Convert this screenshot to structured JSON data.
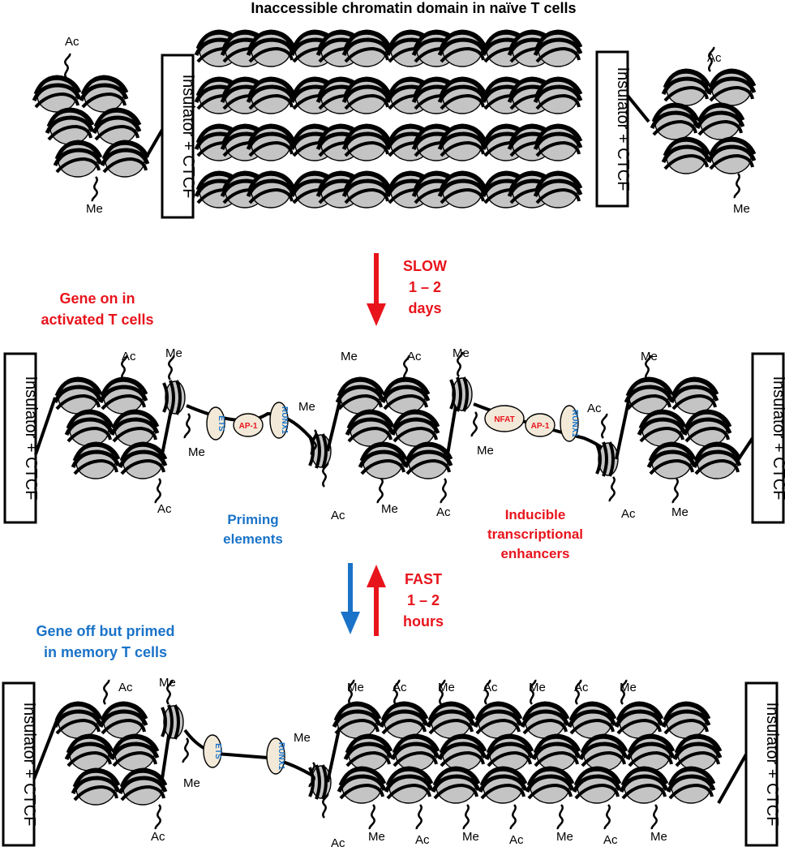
{
  "title": "Inaccessible chromatin domain  in naïve T cells",
  "insulator_label": "Insulator + CTCF",
  "marks": {
    "ac": "Ac",
    "me": "Me"
  },
  "transition_slow": {
    "line1": "SLOW",
    "line2": "1 – 2",
    "line3": "days",
    "arrow_color": "#e8141c"
  },
  "transition_fast": {
    "line1": "FAST",
    "line2": "1 – 2",
    "line3": "hours",
    "down_arrow_color": "#1a73c8",
    "up_arrow_color": "#e8141c"
  },
  "state_activated": {
    "line1": "Gene on in",
    "line2": "activated T cells",
    "color": "#e8141c"
  },
  "state_memory": {
    "line1": "Gene off but primed",
    "line2": "in memory T cells",
    "color": "#1a73c8"
  },
  "priming_label": {
    "line1": "Priming",
    "line2": "elements",
    "color": "#1a73c8"
  },
  "enhancer_label": {
    "line1": "Inducible",
    "line2": "transcriptional",
    "line3": "enhancers",
    "color": "#e8141c"
  },
  "factors": {
    "ets": "ETS",
    "ap1": "AP-1",
    "runx1": "RUNX1",
    "nfat": "NFAT"
  },
  "colors": {
    "blue": "#1a73c8",
    "red": "#e8141c",
    "nucleosome": "#c4c4c4",
    "ink": "#000000"
  }
}
